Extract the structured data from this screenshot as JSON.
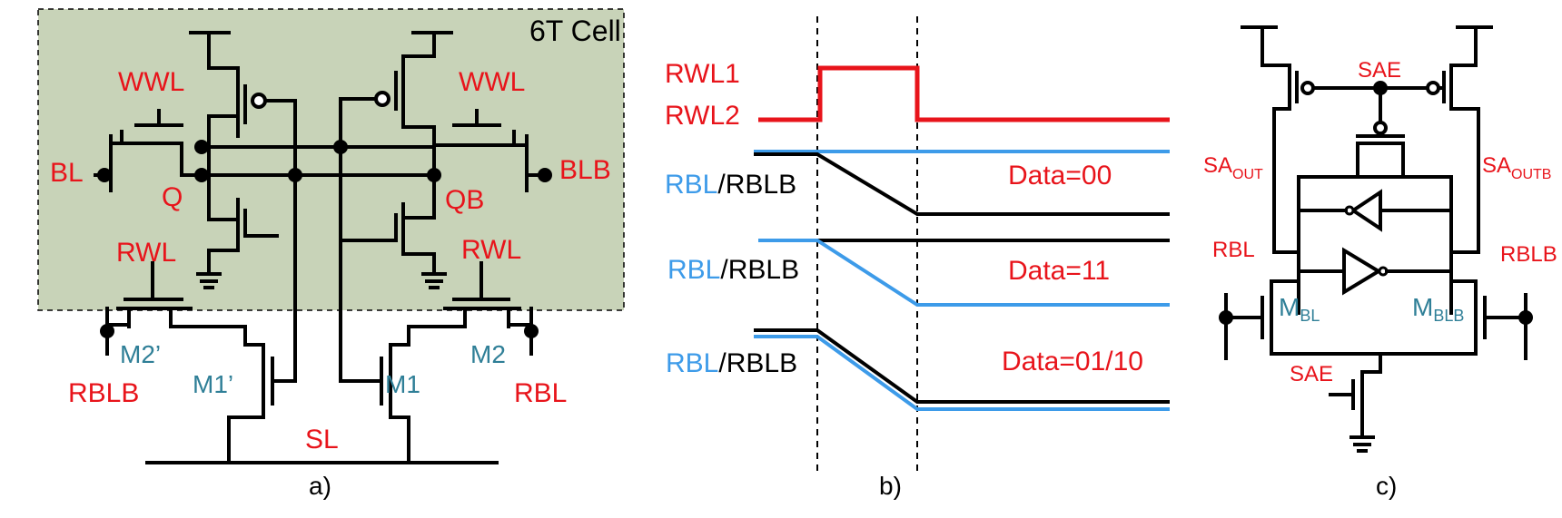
{
  "colors": {
    "signal_red": "#e8141b",
    "transistor_teal": "#2f7f97",
    "bitline_blue": "#3d9be9",
    "cell_background": "#c8d3b8"
  },
  "panel_a": {
    "caption": "a)",
    "cell_title": "6T Cell",
    "labels": {
      "wwl_left": "WWL",
      "wwl_right": "WWL",
      "bl": "BL",
      "blb": "BLB",
      "q": "Q",
      "qb": "QB",
      "rwl_left": "RWL",
      "rwl_right": "RWL",
      "m2_prime": "M2’",
      "m1_prime": "M1’",
      "m1": "M1",
      "m2": "M2",
      "rblb": "RBLB",
      "rbl": "RBL",
      "sl": "SL"
    }
  },
  "panel_b": {
    "caption": "b)",
    "rwl1": "RWL1",
    "rwl2": "RWL2",
    "rows": [
      {
        "rbl": "RBL",
        "sep": "/",
        "rblb": "RBLB",
        "data": "Data=00"
      },
      {
        "rbl": "RBL",
        "sep": "/",
        "rblb": "RBLB",
        "data": "Data=11"
      },
      {
        "rbl": "RBL",
        "sep": "/",
        "rblb": "RBLB",
        "data": "Data=01/10"
      }
    ]
  },
  "panel_c": {
    "caption": "c)",
    "sae_top": "SAE",
    "sae_bottom": "SAE",
    "sa_out_main": "SA",
    "sa_out_sub": "OUT",
    "sa_outb_main": "SA",
    "sa_outb_sub": "OUTB",
    "rbl": "RBL",
    "rblb": "RBLB",
    "m_bl_main": "M",
    "m_bl_sub": "BL",
    "m_blb_main": "M",
    "m_blb_sub": "BLB"
  }
}
